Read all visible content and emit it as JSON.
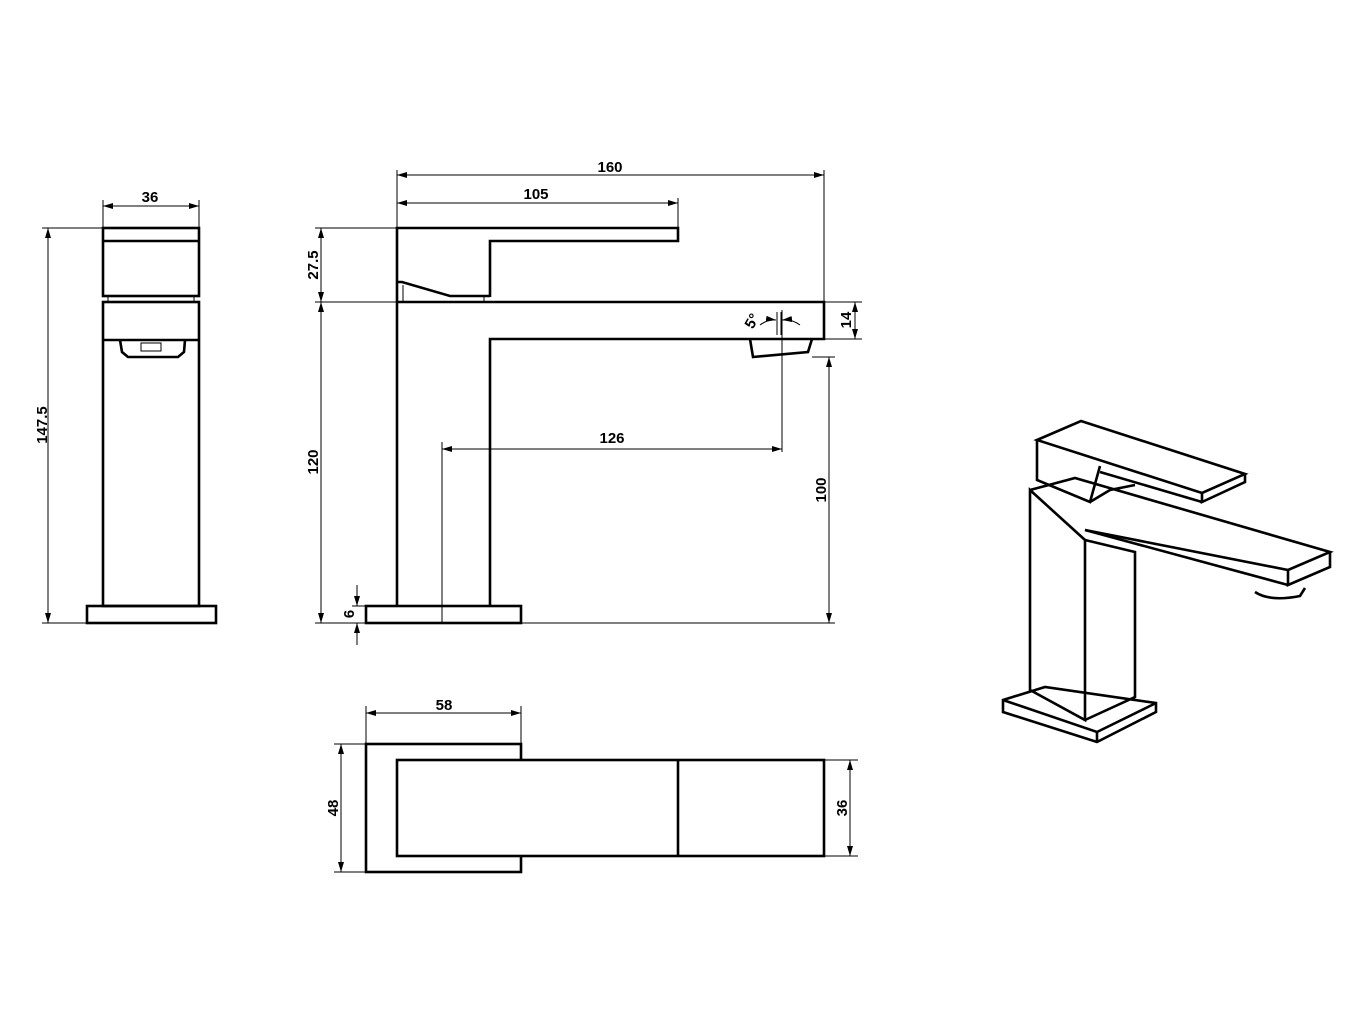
{
  "dimensions": {
    "front_width": "36",
    "total_height": "147.5",
    "overall_length": "160",
    "lever_length": "105",
    "lever_height": "27.5",
    "spout_height": "120",
    "base_thickness": "6",
    "reach": "126",
    "outlet_height": "100",
    "spout_thickness": "14",
    "outlet_angle": "5°",
    "base_length": "58",
    "base_width": "48",
    "spout_width": "36"
  }
}
